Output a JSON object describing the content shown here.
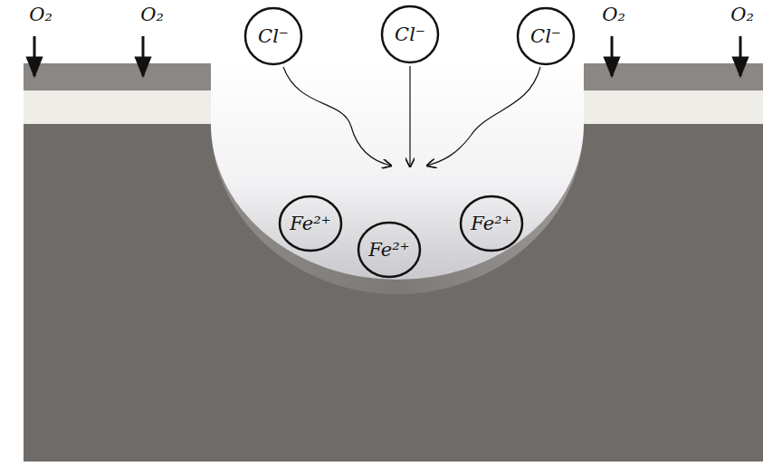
{
  "diagram": {
    "nodes": [
      {
        "text": [
          "Cl⁻"
        ]
      },
      {
        "text": [
          "Cl⁻"
        ]
      },
      {
        "text": [
          "Cl⁻"
        ]
      },
      {
        "text": [
          "Fe²⁺"
        ]
      },
      {
        "text": [
          "Fe²⁺"
        ]
      },
      {
        "text": [
          "Fe²⁺"
        ]
      }
    ],
    "labels": [
      "O₂",
      "O₂",
      "O₂",
      "O₂"
    ]
  }
}
